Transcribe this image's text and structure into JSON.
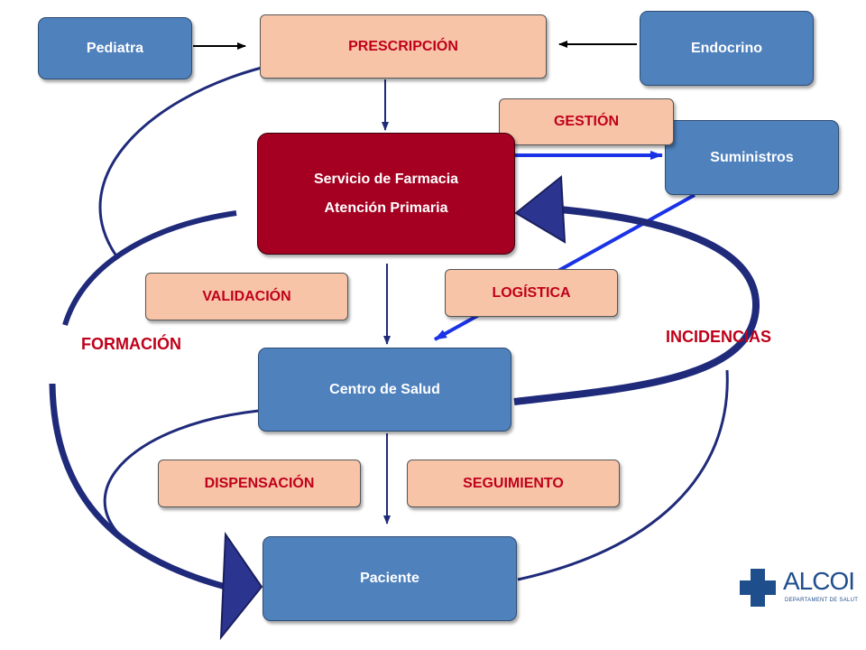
{
  "nodes": {
    "pediatra": "Pediatra",
    "prescripcion": "PRESCRIPCIÓN",
    "endocrino": "Endocrino",
    "gestion": "GESTIÓN",
    "suministros": "Suministros",
    "servicio_line1": "Servicio de Farmacia",
    "servicio_line2": "Atención Primaria",
    "validacion": "VALIDACIÓN",
    "logistica": "LOGÍSTICA",
    "centro_salud": "Centro de Salud",
    "dispensacion": "DISPENSACIÓN",
    "seguimiento": "SEGUIMIENTO",
    "paciente": "Paciente"
  },
  "labels": {
    "formacion": "FORMACIÓN",
    "incidencias": "INCIDENCIAS"
  },
  "logo": {
    "title": "ALCOI",
    "subtitle": "DEPARTAMENT DE SALUT"
  },
  "colors": {
    "blue_box": "#4f81bd",
    "peach_box": "#f8c4a8",
    "red_box": "#a50021",
    "label_red": "#c0001a",
    "arrow_navy": "#1f2a7a",
    "arrow_blue": "#1a33e6"
  }
}
